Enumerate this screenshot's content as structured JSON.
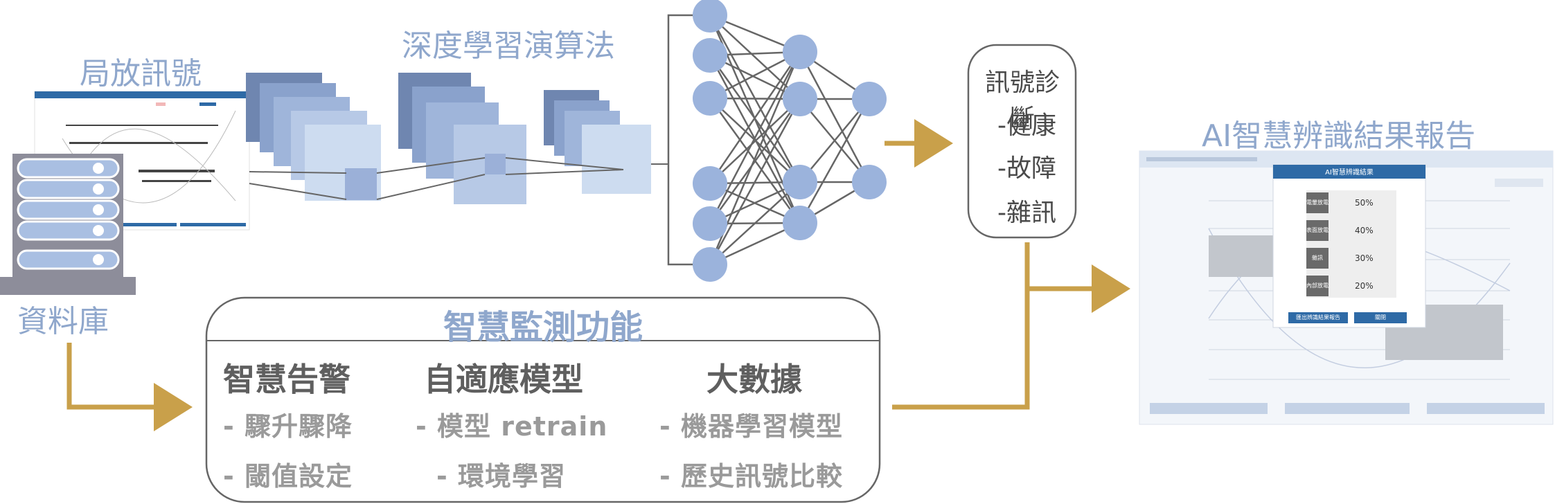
{
  "labels": {
    "partial_discharge": "局放訊號",
    "deep_learning": "深度學習演算法",
    "database": "資料庫",
    "report": "AI智慧辨識結果報告"
  },
  "diagnosis": {
    "title": "訊號診斷",
    "items": [
      "-健康",
      "-故障",
      "-雜訊"
    ]
  },
  "monitor": {
    "title": "智慧監測功能",
    "columns": [
      {
        "title": "智慧告警",
        "items": [
          "- 驟升驟降",
          "- 閾值設定"
        ]
      },
      {
        "title": "自適應模型",
        "items": [
          "- 模型 retrain",
          "- 環境學習"
        ]
      },
      {
        "title": "大數據",
        "items": [
          "- 機器學習模型",
          "- 歷史訊號比較"
        ]
      }
    ]
  },
  "report_popup": {
    "header": "AI智慧辨識結果",
    "rows": [
      {
        "label": "電暈放電",
        "value": "50%"
      },
      {
        "label": "表面放電",
        "value": "40%"
      },
      {
        "label": "雜訊",
        "value": "30%"
      },
      {
        "label": "內部放電",
        "value": "20%"
      }
    ],
    "button_left": "匯出辨識結果報告",
    "button_right": "關閉"
  },
  "colors": {
    "accent_gold": "#c9a04a",
    "label_blue": "#8fa7cc",
    "node_blue": "#9bb3dc",
    "server_gray": "#8d8d9a",
    "header_blue": "#2e6aa6"
  }
}
